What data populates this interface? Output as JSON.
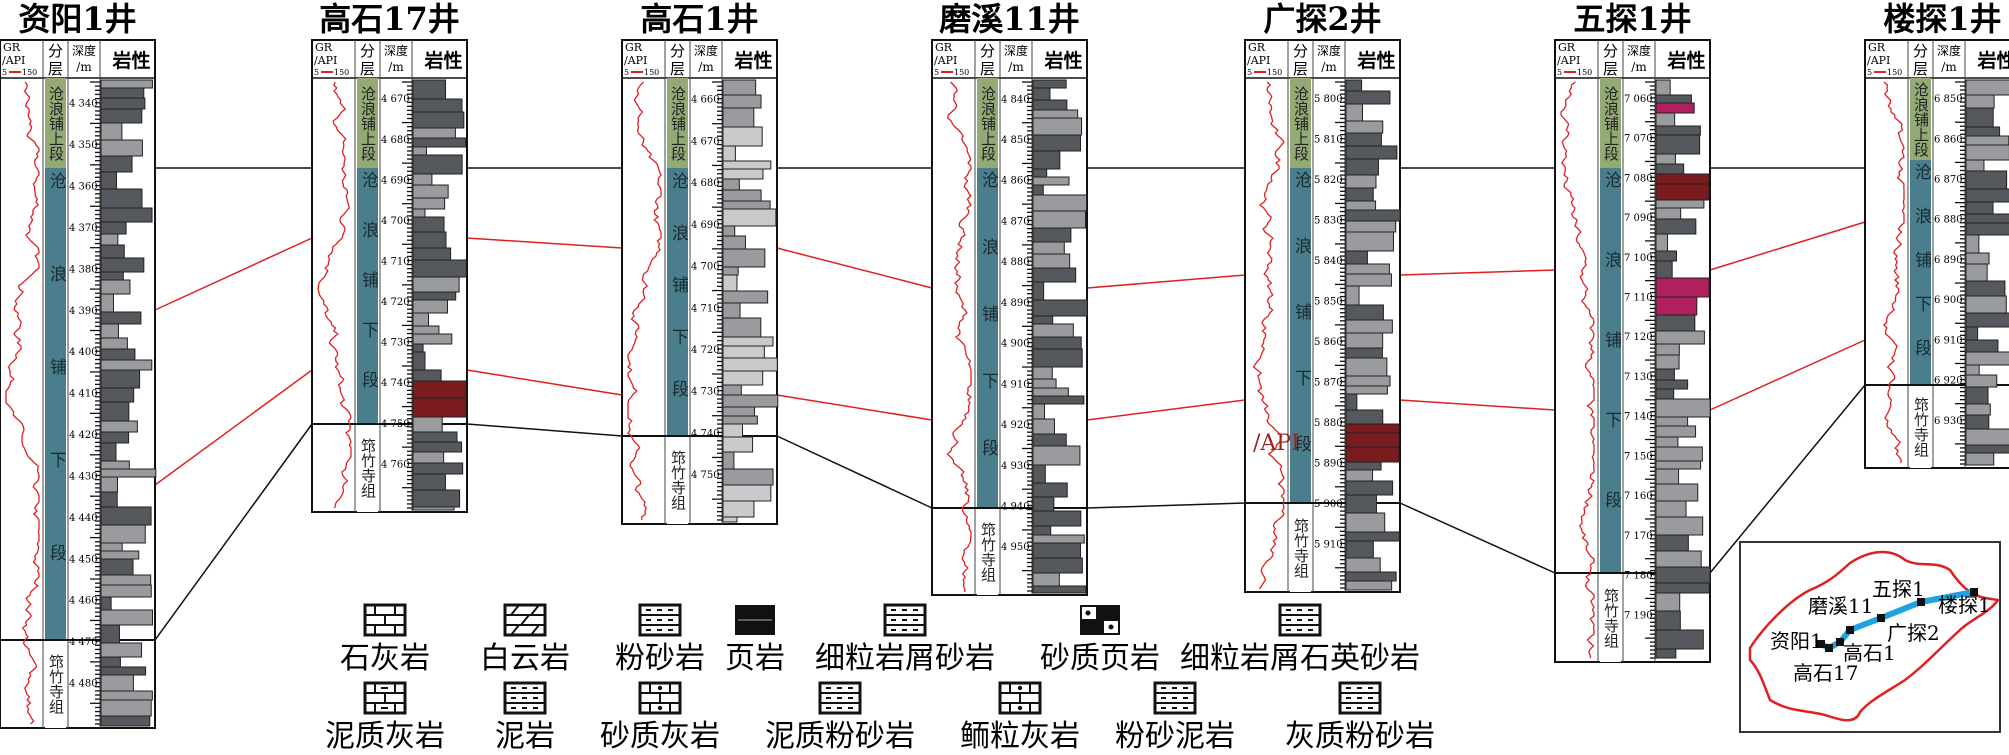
{
  "figure": {
    "column_headers": {
      "gr": "GR",
      "gr_unit": "/API",
      "gr_range_min": "5",
      "gr_range_max": "150",
      "strata": "分层",
      "depth": "深度",
      "depth_unit": "/m",
      "lithology": "岩性"
    },
    "colors": {
      "upper_member": "#93aa74",
      "lower_member": "#4a7e8c",
      "gr_curve": "#e02020",
      "correlation_red": "#e02020",
      "correlation_black": "#111111",
      "lith_gray": "#9a9b9e",
      "lith_dark": "#55585c",
      "lith_light": "#c9cacc",
      "shale_red": "#7a1b1e",
      "magenta": "#b0205e",
      "route_blue": "#1fa3e0",
      "boundary_red": "#e02020"
    },
    "wells": [
      {
        "name": "资阳1井",
        "depth_ticks": [
          "4 340",
          "4 350",
          "4 360",
          "4 370",
          "4 380",
          "4 390",
          "4 400",
          "4 410",
          "4 420",
          "4 430",
          "4 440",
          "4 450",
          "4 460",
          "4 470",
          "4 480"
        ],
        "units": [
          {
            "label": "沧浪铺上段",
            "type": "upper"
          },
          {
            "label": "沧浪铺下段",
            "type": "lower"
          },
          {
            "label": "筇竹寺组",
            "type": "base"
          }
        ]
      },
      {
        "name": "高石17井",
        "depth_ticks": [
          "4 670",
          "4 680",
          "4 690",
          "4 700",
          "4 710",
          "4 720",
          "4 730",
          "4 740",
          "4 750",
          "4 760"
        ],
        "units": [
          {
            "label": "沧浪铺上段",
            "type": "upper"
          },
          {
            "label": "沧浪铺下段",
            "type": "lower"
          },
          {
            "label": "筇竹寺组",
            "type": "base"
          }
        ]
      },
      {
        "name": "高石1井",
        "depth_ticks": [
          "4 660",
          "4 670",
          "4 680",
          "4 690",
          "4 700",
          "4 710",
          "4 720",
          "4 730",
          "4 740",
          "4 750"
        ],
        "units": [
          {
            "label": "沧浪铺上段",
            "type": "upper"
          },
          {
            "label": "沧浪铺下段",
            "type": "lower"
          },
          {
            "label": "筇竹寺组",
            "type": "base"
          }
        ]
      },
      {
        "name": "磨溪11井",
        "depth_ticks": [
          "4 840",
          "4 850",
          "4 860",
          "4 870",
          "4 880",
          "4 890",
          "4 900",
          "4 910",
          "4 920",
          "4 930",
          "4 940",
          "4 950"
        ],
        "units": [
          {
            "label": "沧浪铺上段",
            "type": "upper"
          },
          {
            "label": "沧浪铺下段",
            "type": "lower"
          },
          {
            "label": "筇竹寺组",
            "type": "base"
          }
        ]
      },
      {
        "name": "广探2井",
        "depth_ticks": [
          "5 800",
          "5 810",
          "5 820",
          "5 830",
          "5 840",
          "5 850",
          "5 860",
          "5 870",
          "5 880",
          "5 890",
          "5 900",
          "5 910"
        ],
        "units": [
          {
            "label": "沧浪铺上段",
            "type": "upper"
          },
          {
            "label": "沧浪铺下段",
            "type": "lower"
          },
          {
            "label": "筇竹寺组",
            "type": "base"
          }
        ],
        "stray_label": "/API"
      },
      {
        "name": "五探1井",
        "depth_ticks": [
          "7 060",
          "7 070",
          "7 080",
          "7 090",
          "7 100",
          "7 110",
          "7 120",
          "7 130",
          "7 140",
          "7 150",
          "7 160",
          "7 170",
          "7 180",
          "7 190"
        ],
        "units": [
          {
            "label": "沧浪铺上段",
            "type": "upper"
          },
          {
            "label": "沧浪铺下段",
            "type": "lower"
          },
          {
            "label": "筇竹寺组",
            "type": "base"
          }
        ]
      },
      {
        "name": "楼探1井",
        "depth_ticks": [
          "6 850",
          "6 860",
          "6 870",
          "6 880",
          "6 890",
          "6 900",
          "6 910",
          "6 920",
          "6 930"
        ],
        "units": [
          {
            "label": "沧浪铺上段",
            "type": "upper"
          },
          {
            "label": "沧浪铺下段",
            "type": "lower"
          },
          {
            "label": "筇竹寺组",
            "type": "base"
          }
        ]
      }
    ],
    "legend": [
      {
        "label": "石灰岩",
        "pattern": "limestone"
      },
      {
        "label": "白云岩",
        "pattern": "dolomite"
      },
      {
        "label": "粉砂岩",
        "pattern": "siltstone"
      },
      {
        "label": "页岩",
        "pattern": "shale"
      },
      {
        "label": "细粒岩屑砂岩",
        "pattern": "fine-lithic-sandstone"
      },
      {
        "label": "砂质页岩",
        "pattern": "sandy-shale"
      },
      {
        "label": "细粒岩屑石英砂岩",
        "pattern": "fine-lithic-quartz-sandstone"
      },
      {
        "label": "泥质灰岩",
        "pattern": "argillaceous-limestone"
      },
      {
        "label": "泥岩",
        "pattern": "mudstone"
      },
      {
        "label": "砂质灰岩",
        "pattern": "sandy-limestone"
      },
      {
        "label": "泥质粉砂岩",
        "pattern": "argillaceous-siltstone"
      },
      {
        "label": "鲕粒灰岩",
        "pattern": "oolitic-limestone"
      },
      {
        "label": "粉砂泥岩",
        "pattern": "silty-mudstone"
      },
      {
        "label": "灰质粉砂岩",
        "pattern": "calcareous-siltstone"
      }
    ],
    "inset_map": {
      "labels": [
        "资阳1",
        "高石17",
        "磨溪11",
        "高石1",
        "广探2",
        "五探1",
        "楼探1"
      ]
    }
  }
}
